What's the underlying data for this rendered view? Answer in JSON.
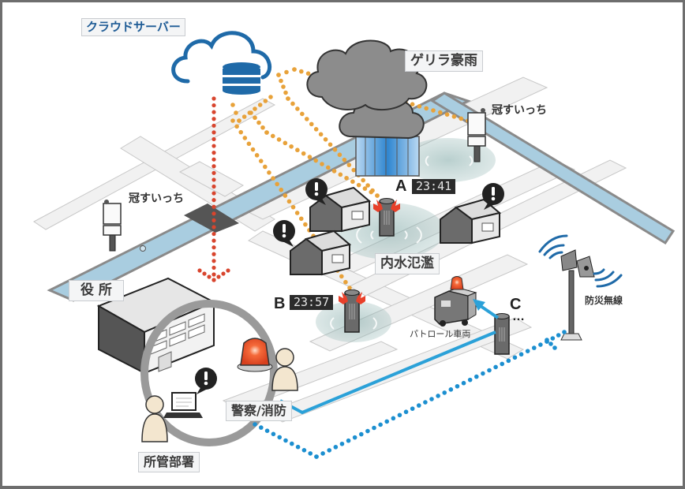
{
  "title": "ゲリラ豪雨・内水氾濫 監視システム概念図",
  "labels": {
    "cloud_server": "クラウドサーバー",
    "guerrilla_rain": "ゲリラ豪雨",
    "sensor_right": "冠すいっち",
    "sensor_left": "冠すいっち",
    "inland_flood": "内水氾濫",
    "city_hall": "役 所",
    "patrol_car": "パトロール車両",
    "disaster_radio": "防災無線",
    "police_fire": "警察/消防",
    "department": "所管部署"
  },
  "sensors": [
    {
      "id": "A",
      "time": "23:41",
      "state": "alert"
    },
    {
      "id": "B",
      "time": "23:57",
      "state": "alert"
    },
    {
      "id": "C",
      "time": "…",
      "state": "normal"
    }
  ],
  "colors": {
    "cloud_outline": "#1f6aa8",
    "server_db": "#1f6aa8",
    "orange_dots": "#e8a23a",
    "red_dots": "#d8452e",
    "blue_line": "#2ba1d8",
    "river": "#a9cde0",
    "storm_cloud": "#8c8c8c",
    "alert_burst": "#e8402a",
    "frame": "#6e6e6e"
  }
}
